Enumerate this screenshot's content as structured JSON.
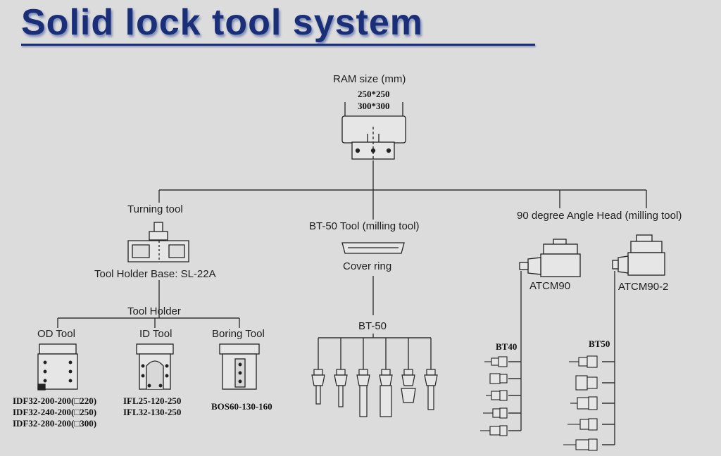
{
  "title": "Solid lock tool system",
  "ram": {
    "label": "RAM size (mm)",
    "sizes": [
      "250*250",
      "300*300"
    ]
  },
  "turning": {
    "label": "Turning tool",
    "base_label": "Tool Holder Base: SL-22A",
    "holder_label": "Tool Holder",
    "od": {
      "label": "OD Tool",
      "codes": [
        "IDF32-200-200(□220)",
        "IDF32-240-200(□250)",
        "IDF32-280-200(□300)"
      ]
    },
    "id": {
      "label": "ID Tool",
      "codes": [
        "IFL25-120-250",
        "IFL32-130-250"
      ]
    },
    "boring": {
      "label": "Boring Tool",
      "codes": [
        "BOS60-130-160"
      ]
    }
  },
  "milling": {
    "label": "BT-50 Tool (milling tool)",
    "cover_label": "Cover ring",
    "bt50_label": "BT-50"
  },
  "angle_head": {
    "label": "90 degree Angle Head (milling tool)",
    "atcm90": {
      "label": "ATCM90",
      "taper": "BT40"
    },
    "atcm90_2": {
      "label": "ATCM90-2",
      "taper": "BT50"
    }
  }
}
